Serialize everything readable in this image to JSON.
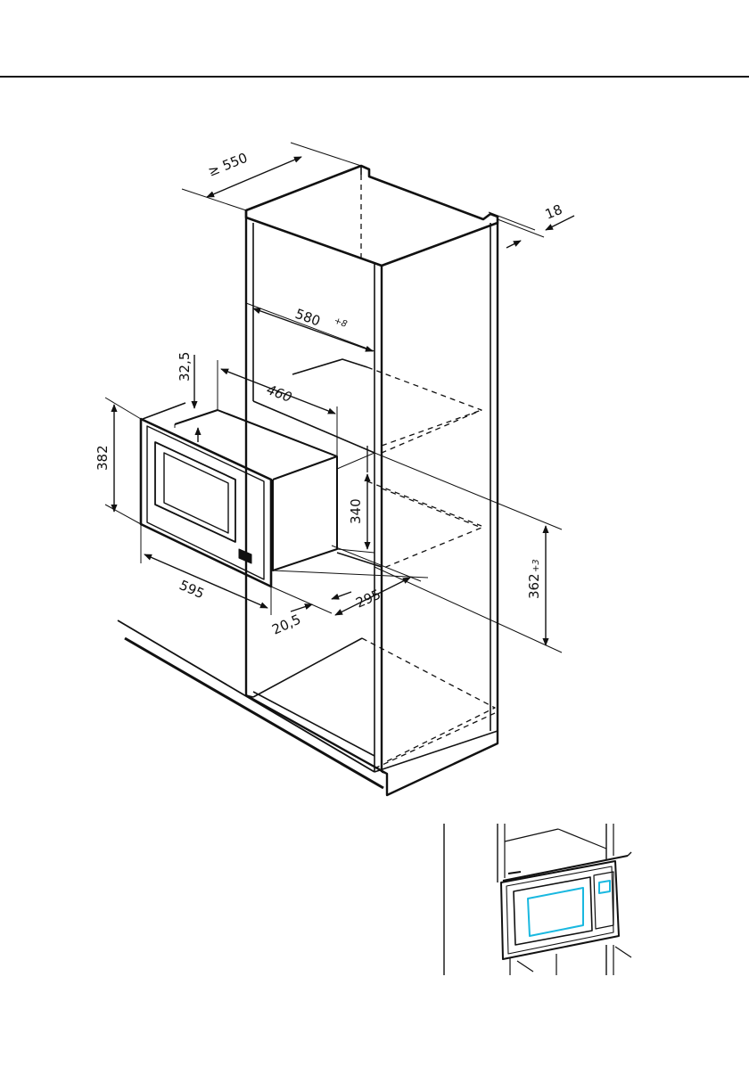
{
  "diagram": {
    "dimensions": {
      "cabinet_depth": "≥ 550",
      "panel_thickness": "18",
      "inner_width": "580",
      "inner_width_tol": "+8",
      "top_gap": "32,5",
      "oven_depth": "460",
      "front_height": "382",
      "body_height": "340",
      "niche_height": "362",
      "niche_height_tol": "+3",
      "front_width": "595",
      "side_offset": "20,5",
      "body_depth": "295"
    },
    "colors": {
      "line": "#111111",
      "accent": "#19b8e0"
    }
  }
}
